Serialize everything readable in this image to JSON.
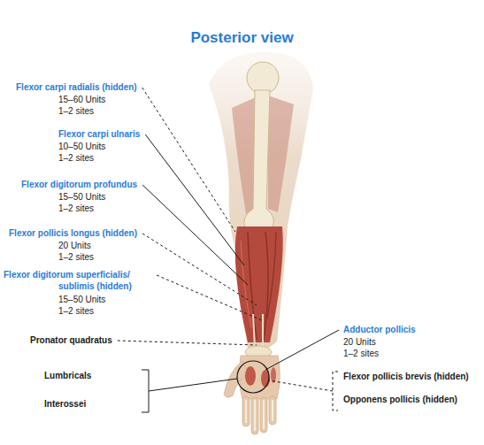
{
  "diagram": {
    "title": "Posterior view",
    "labels": [
      "Flexor carpi radialis (hidden)",
      "15–60 Units",
      "1–2 sites",
      "Flexor carpi ulnaris",
      "10–50 Units",
      "1–2 sites",
      "Flexor digitorum profundus",
      "15–50 Units",
      "1–2 sites",
      "Flexor pollicis longus (hidden)",
      "20 Units",
      "1–2 sites",
      "Flexor digitorum superficialis/ sublimis (hidden)",
      "15–50 Units",
      "1–2 sites",
      "Pronator quadratus",
      "Adductor pollicis",
      "20 Units",
      "1–2 sites",
      "Lumbricals",
      "Interossei",
      "Flexor pollicis brevis (hidden)",
      "Opponens pollicis (hidden)"
    ]
  }
}
